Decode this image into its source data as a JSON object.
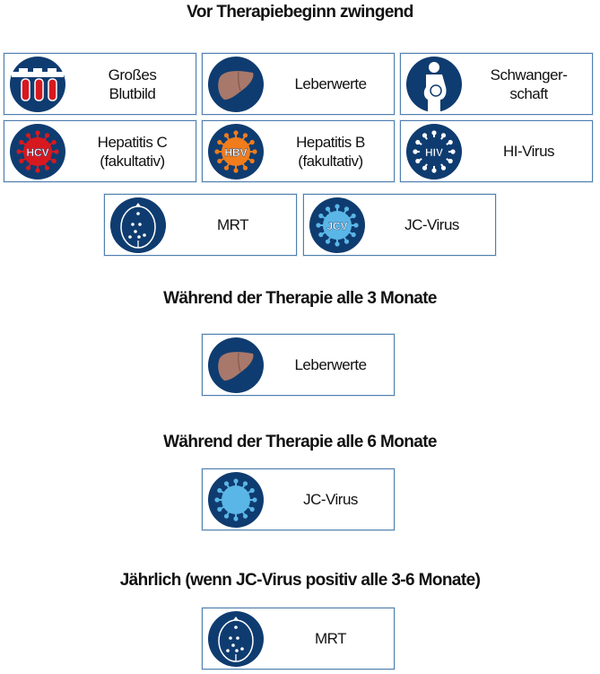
{
  "colors": {
    "navy": "#0f3c70",
    "border": "#4f7fae",
    "red": "#d7191f",
    "orange": "#f07c1c",
    "lightblue": "#5ab6e6",
    "liver": "#a8786a"
  },
  "sections": [
    {
      "heading": "Vor Therapiebeginn zwingend",
      "items": [
        {
          "icon": "blood-tubes-icon",
          "label": "Großes\nBlutbild"
        },
        {
          "icon": "liver-icon",
          "label": "Leberwerte"
        },
        {
          "icon": "pregnancy-icon",
          "label": "Schwanger-\nschaft"
        },
        {
          "icon": "hcv-virus-icon",
          "badge": "HCV",
          "label": "Hepatitis C\n(fakultativ)"
        },
        {
          "icon": "hbv-virus-icon",
          "badge": "HBV",
          "label": "Hepatitis B\n(fakultativ)"
        },
        {
          "icon": "hiv-virus-icon",
          "badge": "HIV",
          "label": "HI-Virus"
        },
        {
          "icon": "mrt-brain-icon",
          "label": "MRT"
        },
        {
          "icon": "jcv-virus-icon",
          "badge": "JCV",
          "label": "JC-Virus"
        }
      ]
    },
    {
      "heading": "Während der Therapie alle 3 Monate",
      "items": [
        {
          "icon": "liver-icon",
          "label": "Leberwerte"
        }
      ]
    },
    {
      "heading": "Während der Therapie alle 6 Monate",
      "items": [
        {
          "icon": "jcv-virus-icon",
          "label": "JC-Virus"
        }
      ]
    },
    {
      "heading": "Jährlich (wenn JC-Virus positiv alle 3-6 Monate)",
      "items": [
        {
          "icon": "mrt-brain-icon",
          "label": "MRT"
        }
      ]
    }
  ]
}
